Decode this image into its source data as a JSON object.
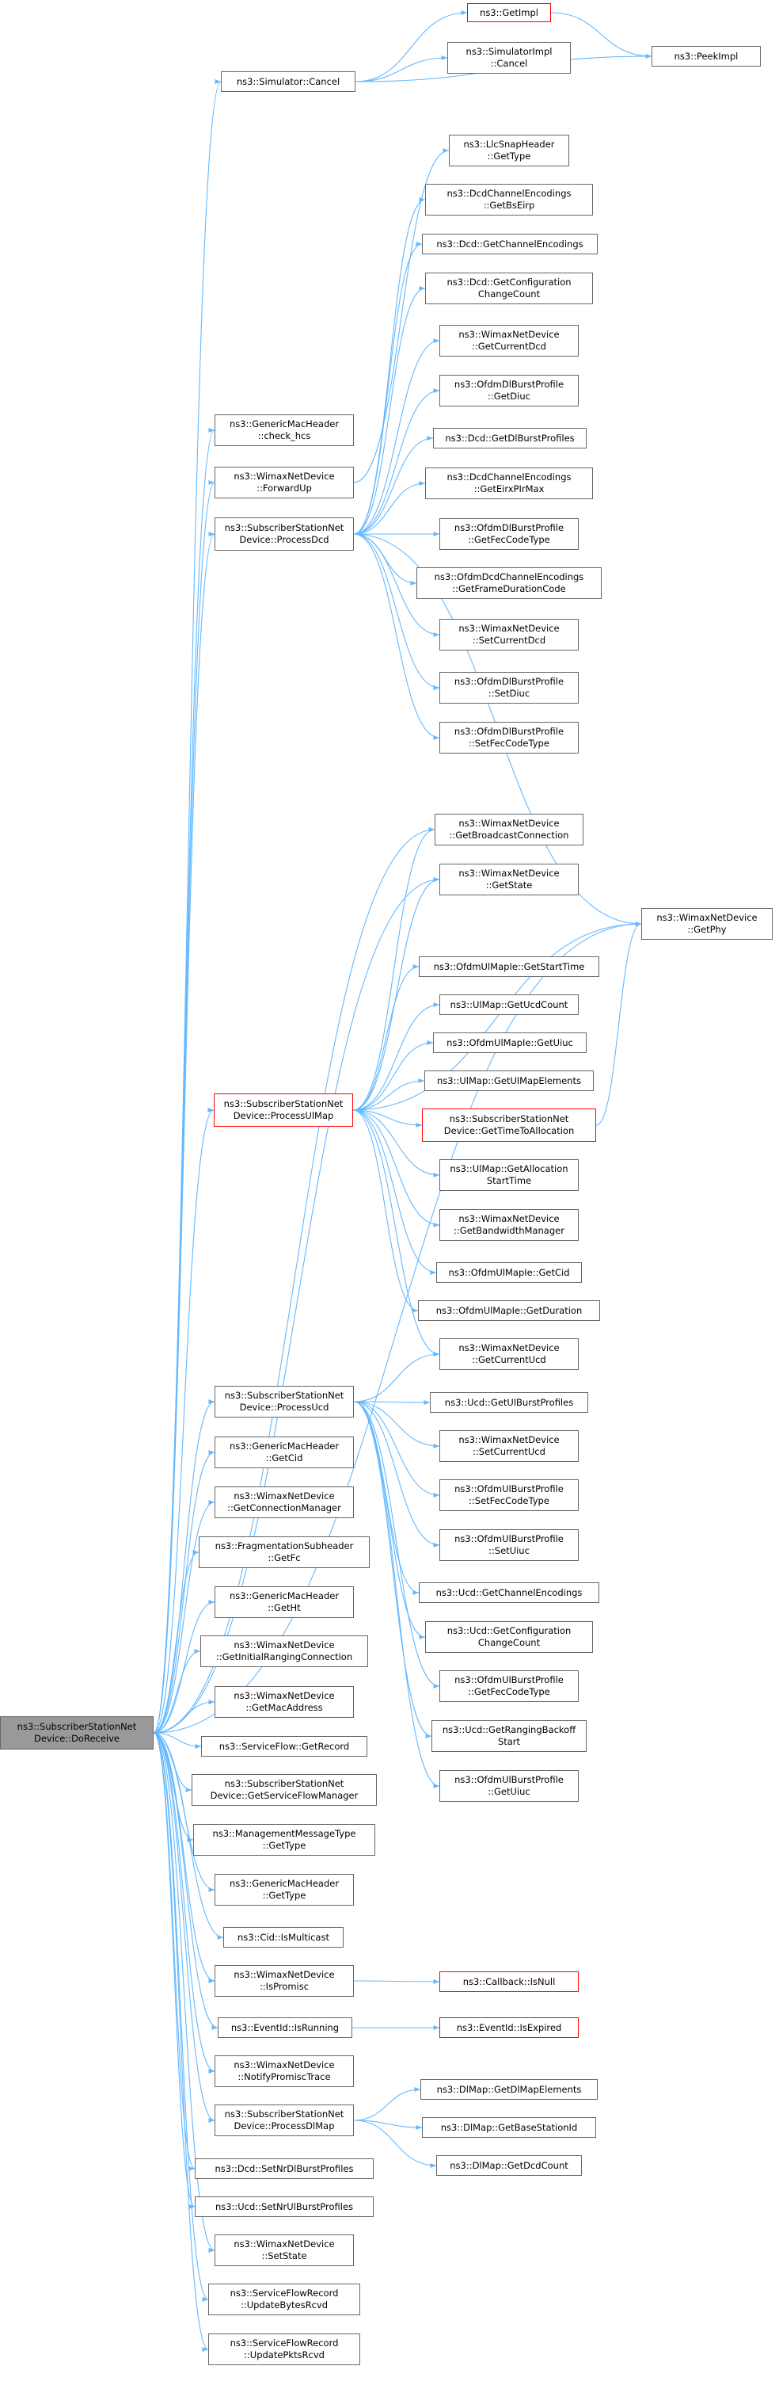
{
  "nodes": [
    {
      "id": "root",
      "label": "ns3::SubscriberStationNet\nDevice::DoReceive",
      "style": "root"
    },
    {
      "id": "sim_cancel",
      "label": "ns3::Simulator::Cancel"
    },
    {
      "id": "getimpl",
      "label": "ns3::GetImpl",
      "style": "red"
    },
    {
      "id": "simimpl_cancel",
      "label": "ns3::SimulatorImpl\n::Cancel"
    },
    {
      "id": "peekimpl",
      "label": "ns3::PeekImpl"
    },
    {
      "id": "check_hcs",
      "label": "ns3::GenericMacHeader\n::check_hcs"
    },
    {
      "id": "forwardup",
      "label": "ns3::WimaxNetDevice\n::ForwardUp"
    },
    {
      "id": "processdcd",
      "label": "ns3::SubscriberStationNet\nDevice::ProcessDcd"
    },
    {
      "id": "llc_gettype",
      "label": "ns3::LlcSnapHeader\n::GetType"
    },
    {
      "id": "getbseirp",
      "label": "ns3::DcdChannelEncodings\n::GetBsEirp"
    },
    {
      "id": "dcd_getchenc",
      "label": "ns3::Dcd::GetChannelEncodings"
    },
    {
      "id": "dcd_getconf",
      "label": "ns3::Dcd::GetConfiguration\nChangeCount"
    },
    {
      "id": "getcurrentdcd",
      "label": "ns3::WimaxNetDevice\n::GetCurrentDcd"
    },
    {
      "id": "dl_getdiuc",
      "label": "ns3::OfdmDlBurstProfile\n::GetDiuc"
    },
    {
      "id": "getdlburst",
      "label": "ns3::Dcd::GetDlBurstProfiles"
    },
    {
      "id": "geteirx",
      "label": "ns3::DcdChannelEncodings\n::GetEirxPIrMax"
    },
    {
      "id": "dl_getfec",
      "label": "ns3::OfdmDlBurstProfile\n::GetFecCodeType"
    },
    {
      "id": "getframedur",
      "label": "ns3::OfdmDcdChannelEncodings\n::GetFrameDurationCode"
    },
    {
      "id": "setcurrentdcd",
      "label": "ns3::WimaxNetDevice\n::SetCurrentDcd"
    },
    {
      "id": "dl_setdiuc",
      "label": "ns3::OfdmDlBurstProfile\n::SetDiuc"
    },
    {
      "id": "dl_setfec",
      "label": "ns3::OfdmDlBurstProfile\n::SetFecCodeType"
    },
    {
      "id": "getbroadcast",
      "label": "ns3::WimaxNetDevice\n::GetBroadcastConnection"
    },
    {
      "id": "getstate",
      "label": "ns3::WimaxNetDevice\n::GetState"
    },
    {
      "id": "getphy",
      "label": "ns3::WimaxNetDevice\n::GetPhy"
    },
    {
      "id": "ulie_getstart",
      "label": "ns3::OfdmUlMapIe::GetStartTime"
    },
    {
      "id": "ulmap_getucd",
      "label": "ns3::UlMap::GetUcdCount"
    },
    {
      "id": "ulie_getuiuc",
      "label": "ns3::OfdmUlMapIe::GetUiuc"
    },
    {
      "id": "ulmap_getelem",
      "label": "ns3::UlMap::GetUlMapElements"
    },
    {
      "id": "processulmap",
      "label": "ns3::SubscriberStationNet\nDevice::ProcessUlMap",
      "style": "red"
    },
    {
      "id": "gettimetoalloc",
      "label": "ns3::SubscriberStationNet\nDevice::GetTimeToAllocation",
      "style": "red"
    },
    {
      "id": "ulmap_getalloc",
      "label": "ns3::UlMap::GetAllocation\nStartTime"
    },
    {
      "id": "getbwmgr",
      "label": "ns3::WimaxNetDevice\n::GetBandwidthManager"
    },
    {
      "id": "ulie_getcid",
      "label": "ns3::OfdmUlMapIe::GetCid"
    },
    {
      "id": "ulie_getdur",
      "label": "ns3::OfdmUlMapIe::GetDuration"
    },
    {
      "id": "getcurrentucd",
      "label": "ns3::WimaxNetDevice\n::GetCurrentUcd"
    },
    {
      "id": "processucd",
      "label": "ns3::SubscriberStationNet\nDevice::ProcessUcd"
    },
    {
      "id": "ucd_getulburst",
      "label": "ns3::Ucd::GetUlBurstProfiles"
    },
    {
      "id": "setcurrentucd",
      "label": "ns3::WimaxNetDevice\n::SetCurrentUcd"
    },
    {
      "id": "ul_setfec",
      "label": "ns3::OfdmUlBurstProfile\n::SetFecCodeType"
    },
    {
      "id": "ul_setuiuc",
      "label": "ns3::OfdmUlBurstProfile\n::SetUiuc"
    },
    {
      "id": "ucd_getchenc",
      "label": "ns3::Ucd::GetChannelEncodings"
    },
    {
      "id": "ucd_getconf",
      "label": "ns3::Ucd::GetConfiguration\nChangeCount"
    },
    {
      "id": "ul_getfec",
      "label": "ns3::OfdmUlBurstProfile\n::GetFecCodeType"
    },
    {
      "id": "ucd_getranging",
      "label": "ns3::Ucd::GetRangingBackoff\nStart"
    },
    {
      "id": "ul_getuiuc",
      "label": "ns3::OfdmUlBurstProfile\n::GetUiuc"
    },
    {
      "id": "gmh_getcid",
      "label": "ns3::GenericMacHeader\n::GetCid"
    },
    {
      "id": "getconnmgr",
      "label": "ns3::WimaxNetDevice\n::GetConnectionManager"
    },
    {
      "id": "frag_getfc",
      "label": "ns3::FragmentationSubheader\n::GetFc"
    },
    {
      "id": "gmh_getht",
      "label": "ns3::GenericMacHeader\n::GetHt"
    },
    {
      "id": "getinitranging",
      "label": "ns3::WimaxNetDevice\n::GetInitialRangingConnection"
    },
    {
      "id": "getmac",
      "label": "ns3::WimaxNetDevice\n::GetMacAddress"
    },
    {
      "id": "sf_getrecord",
      "label": "ns3::ServiceFlow::GetRecord"
    },
    {
      "id": "getsfmgr",
      "label": "ns3::SubscriberStationNet\nDevice::GetServiceFlowManager"
    },
    {
      "id": "mmt_gettype",
      "label": "ns3::ManagementMessageType\n::GetType"
    },
    {
      "id": "gmh_gettype",
      "label": "ns3::GenericMacHeader\n::GetType"
    },
    {
      "id": "cid_ismulti",
      "label": "ns3::Cid::IsMulticast"
    },
    {
      "id": "ispromisc",
      "label": "ns3::WimaxNetDevice\n::IsPromisc"
    },
    {
      "id": "cb_isnull",
      "label": "ns3::Callback::IsNull",
      "style": "red"
    },
    {
      "id": "eventid_isrunning",
      "label": "ns3::EventId::IsRunning"
    },
    {
      "id": "eventid_isexpired",
      "label": "ns3::EventId::IsExpired",
      "style": "red"
    },
    {
      "id": "notifypromisc",
      "label": "ns3::WimaxNetDevice\n::NotifyPromiscTrace"
    },
    {
      "id": "processdlmap",
      "label": "ns3::SubscriberStationNet\nDevice::ProcessDlMap"
    },
    {
      "id": "dlmap_getelem",
      "label": "ns3::DlMap::GetDlMapElements"
    },
    {
      "id": "dlmap_getbs",
      "label": "ns3::DlMap::GetBaseStationId"
    },
    {
      "id": "dlmap_getdcd",
      "label": "ns3::DlMap::GetDcdCount"
    },
    {
      "id": "dcd_setnrdl",
      "label": "ns3::Dcd::SetNrDlBurstProfiles"
    },
    {
      "id": "ucd_setnrul",
      "label": "ns3::Ucd::SetNrUlBurstProfiles"
    },
    {
      "id": "setstate",
      "label": "ns3::WimaxNetDevice\n::SetState"
    },
    {
      "id": "sfr_updbytes",
      "label": "ns3::ServiceFlowRecord\n::UpdateBytesRcvd"
    },
    {
      "id": "sfr_updpkts",
      "label": "ns3::ServiceFlowRecord\n::UpdatePktsRcvd"
    }
  ],
  "edges": [
    [
      "root",
      "sim_cancel"
    ],
    [
      "root",
      "check_hcs"
    ],
    [
      "root",
      "forwardup"
    ],
    [
      "root",
      "processdcd"
    ],
    [
      "root",
      "getbroadcast"
    ],
    [
      "root",
      "getstate"
    ],
    [
      "root",
      "getphy"
    ],
    [
      "root",
      "processulmap"
    ],
    [
      "root",
      "processucd"
    ],
    [
      "root",
      "gmh_getcid"
    ],
    [
      "root",
      "getconnmgr"
    ],
    [
      "root",
      "frag_getfc"
    ],
    [
      "root",
      "gmh_getht"
    ],
    [
      "root",
      "getinitranging"
    ],
    [
      "root",
      "getmac"
    ],
    [
      "root",
      "sf_getrecord"
    ],
    [
      "root",
      "getsfmgr"
    ],
    [
      "root",
      "mmt_gettype"
    ],
    [
      "root",
      "gmh_gettype"
    ],
    [
      "root",
      "cid_ismulti"
    ],
    [
      "root",
      "ispromisc"
    ],
    [
      "root",
      "eventid_isrunning"
    ],
    [
      "root",
      "notifypromisc"
    ],
    [
      "root",
      "processdlmap"
    ],
    [
      "root",
      "dcd_setnrdl"
    ],
    [
      "root",
      "ucd_setnrul"
    ],
    [
      "root",
      "setstate"
    ],
    [
      "root",
      "sfr_updbytes"
    ],
    [
      "root",
      "sfr_updpkts"
    ],
    [
      "sim_cancel",
      "getimpl"
    ],
    [
      "sim_cancel",
      "simimpl_cancel"
    ],
    [
      "sim_cancel",
      "peekimpl"
    ],
    [
      "getimpl",
      "peekimpl"
    ],
    [
      "forwardup",
      "llc_gettype"
    ],
    [
      "processdcd",
      "getbseirp"
    ],
    [
      "processdcd",
      "dcd_getchenc"
    ],
    [
      "processdcd",
      "dcd_getconf"
    ],
    [
      "processdcd",
      "getcurrentdcd"
    ],
    [
      "processdcd",
      "dl_getdiuc"
    ],
    [
      "processdcd",
      "getdlburst"
    ],
    [
      "processdcd",
      "geteirx"
    ],
    [
      "processdcd",
      "dl_getfec"
    ],
    [
      "processdcd",
      "getframedur"
    ],
    [
      "processdcd",
      "setcurrentdcd"
    ],
    [
      "processdcd",
      "dl_setdiuc"
    ],
    [
      "processdcd",
      "dl_setfec"
    ],
    [
      "processdcd",
      "getphy"
    ],
    [
      "processulmap",
      "getbroadcast"
    ],
    [
      "processulmap",
      "getstate"
    ],
    [
      "processulmap",
      "getphy"
    ],
    [
      "processulmap",
      "ulie_getstart"
    ],
    [
      "processulmap",
      "ulmap_getucd"
    ],
    [
      "processulmap",
      "ulie_getuiuc"
    ],
    [
      "processulmap",
      "ulmap_getelem"
    ],
    [
      "processulmap",
      "gettimetoalloc"
    ],
    [
      "processulmap",
      "ulmap_getalloc"
    ],
    [
      "processulmap",
      "getbwmgr"
    ],
    [
      "processulmap",
      "ulie_getcid"
    ],
    [
      "processulmap",
      "ulie_getdur"
    ],
    [
      "processulmap",
      "getcurrentucd"
    ],
    [
      "gettimetoalloc",
      "getphy"
    ],
    [
      "processucd",
      "getcurrentucd"
    ],
    [
      "processucd",
      "ucd_getulburst"
    ],
    [
      "processucd",
      "setcurrentucd"
    ],
    [
      "processucd",
      "ul_setfec"
    ],
    [
      "processucd",
      "ul_setuiuc"
    ],
    [
      "processucd",
      "ucd_getchenc"
    ],
    [
      "processucd",
      "ucd_getconf"
    ],
    [
      "processucd",
      "ul_getfec"
    ],
    [
      "processucd",
      "ucd_getranging"
    ],
    [
      "processucd",
      "ul_getuiuc"
    ],
    [
      "ispromisc",
      "cb_isnull"
    ],
    [
      "eventid_isrunning",
      "eventid_isexpired"
    ],
    [
      "processdlmap",
      "dlmap_getelem"
    ],
    [
      "processdlmap",
      "dlmap_getbs"
    ],
    [
      "processdlmap",
      "dlmap_getdcd"
    ]
  ],
  "colors": {
    "edge": "#63b8ff",
    "border": "#666666",
    "red_border": "#ff0000",
    "root_fill": "#999999"
  }
}
